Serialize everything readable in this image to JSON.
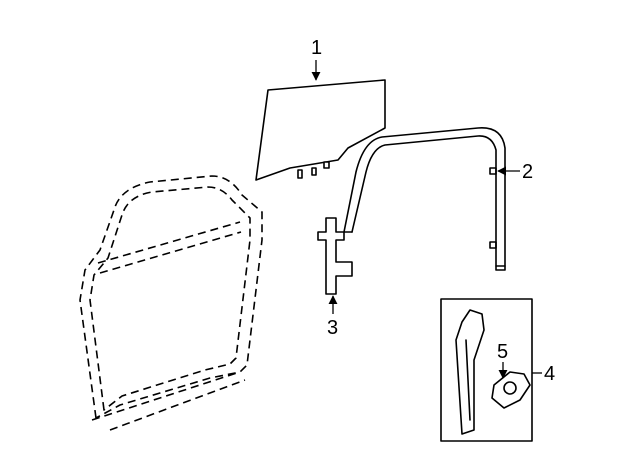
{
  "callouts": [
    {
      "id": "1",
      "label": "1"
    },
    {
      "id": "2",
      "label": "2"
    },
    {
      "id": "3",
      "label": "3"
    },
    {
      "id": "4",
      "label": "4"
    },
    {
      "id": "5",
      "label": "5"
    }
  ],
  "colors": {
    "stroke": "#000000",
    "background": "#ffffff"
  }
}
